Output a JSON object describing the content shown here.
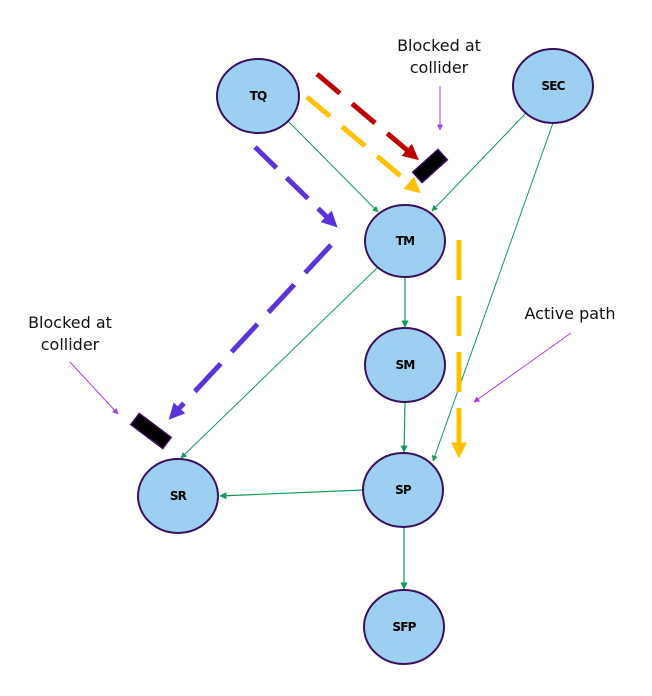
{
  "diagram": {
    "type": "causal-dag",
    "nodes": [
      {
        "id": "TQ",
        "label": "TQ"
      },
      {
        "id": "SEC",
        "label": "SEC"
      },
      {
        "id": "TM",
        "label": "TM"
      },
      {
        "id": "SM",
        "label": "SM"
      },
      {
        "id": "SR",
        "label": "SR"
      },
      {
        "id": "SP",
        "label": "SP"
      },
      {
        "id": "SFP",
        "label": "SFP"
      }
    ],
    "edges": [
      {
        "from": "TQ",
        "to": "TM"
      },
      {
        "from": "SEC",
        "to": "TM"
      },
      {
        "from": "SEC",
        "to": "SP"
      },
      {
        "from": "TM",
        "to": "SM"
      },
      {
        "from": "TM",
        "to": "SR"
      },
      {
        "from": "SM",
        "to": "SP"
      },
      {
        "from": "SP",
        "to": "SR"
      },
      {
        "from": "SP",
        "to": "SFP"
      }
    ],
    "paths": [
      {
        "name": "red-path",
        "color": "#c00000",
        "description": "TQ toward collider at TM (blocked)",
        "status": "blocked"
      },
      {
        "name": "yellow-path",
        "color": "#ffc000",
        "description": "TQ → TM → SP",
        "status": "active"
      },
      {
        "name": "purple-path",
        "color": "#5b33d9",
        "description": "TQ → TM → toward SR collider (blocked)",
        "status": "blocked"
      }
    ],
    "annotations": [
      {
        "id": "top-blocked",
        "line1": "Blocked at",
        "line2": "collider"
      },
      {
        "id": "left-blocked",
        "line1": "Blocked at",
        "line2": "collider"
      },
      {
        "id": "active",
        "line1": "Active path"
      }
    ],
    "colors": {
      "node_fill": "#9dcff0",
      "node_stroke": "#3a0f5c",
      "edge": "#129a5a",
      "annotation_arrow": "#a73ae8",
      "blocker": "#000000"
    }
  }
}
